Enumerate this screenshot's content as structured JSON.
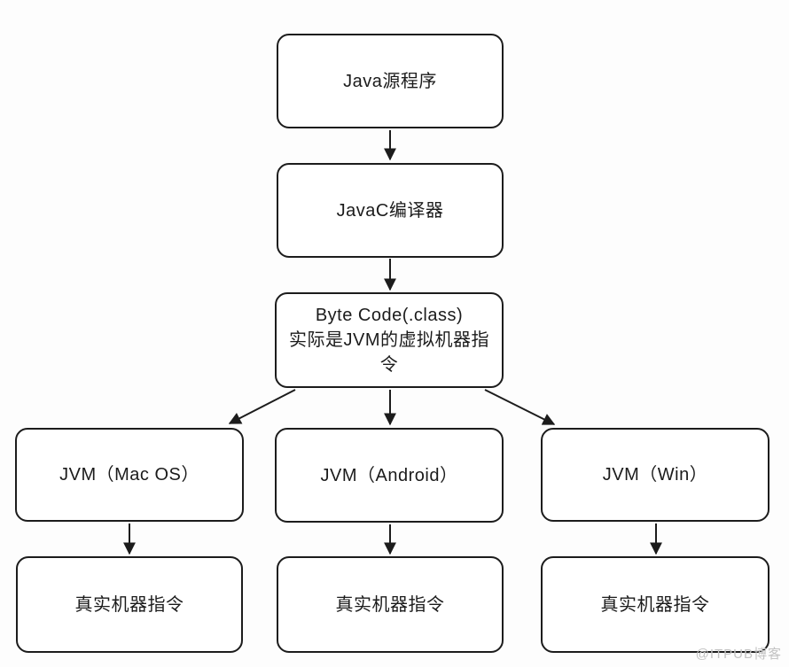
{
  "diagram": {
    "title_hint": "Java compilation flowchart",
    "nodes": {
      "java_source": {
        "label": "Java源程序"
      },
      "javac": {
        "label": "JavaC编译器"
      },
      "bytecode": {
        "line1": "Byte Code(.class)",
        "line2": "实际是JVM的虚拟机器指令"
      },
      "jvm_mac": {
        "label": "JVM（Mac OS）"
      },
      "jvm_android": {
        "label": "JVM（Android）"
      },
      "jvm_win": {
        "label": "JVM（Win）"
      },
      "machine_mac": {
        "label": "真实机器指令"
      },
      "machine_android": {
        "label": "真实机器指令"
      },
      "machine_win": {
        "label": "真实机器指令"
      }
    },
    "watermark": "@ITPUB博客",
    "colors": {
      "border": "#1c1c1c",
      "background": "#fdfdfd",
      "box_fill": "#ffffff",
      "watermark": "#c3c3c3"
    }
  }
}
